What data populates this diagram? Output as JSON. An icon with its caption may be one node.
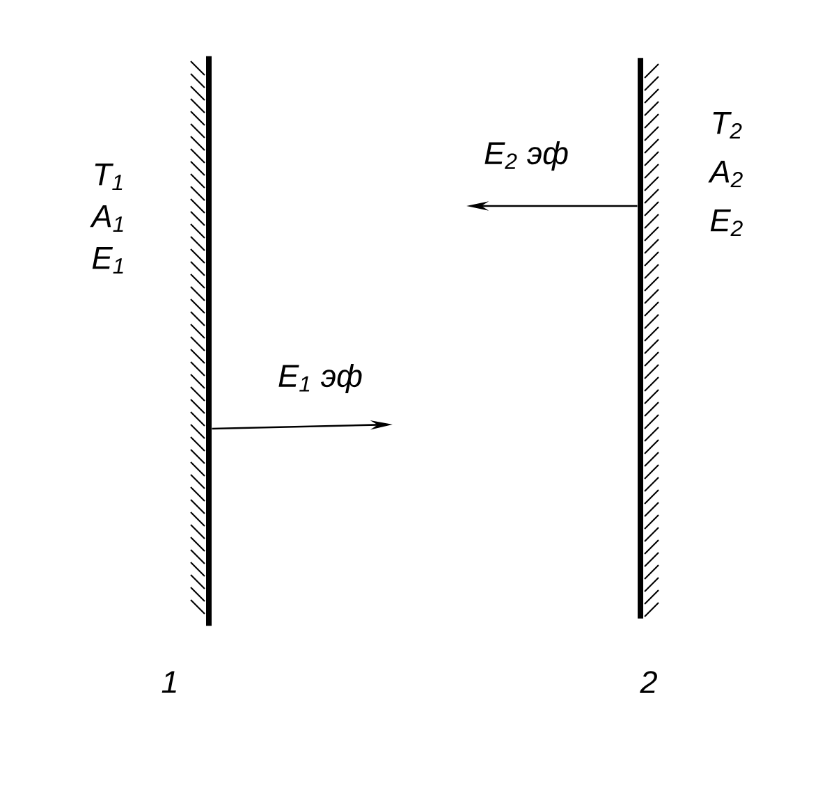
{
  "diagram": {
    "nodes": [
      {
        "text": [],
        "shape": "bar",
        "beside": [
          "T$_{1}$",
          "A$_{1}$",
          "E$_{1}$",
          "1"
        ]
      },
      {
        "text": [],
        "shape": "bar",
        "beside": [
          "T$_{2}$",
          "A$_{2}$",
          "E$_{2}$",
          "2"
        ]
      }
    ],
    "edges": [
      {
        "from": 0,
        "to": null,
        "arrow": "to",
        "label": "E$_{1}$ эф"
      },
      {
        "from": 1,
        "to": null,
        "arrow": "to",
        "label": "E$_{2}$ эф"
      }
    ]
  }
}
